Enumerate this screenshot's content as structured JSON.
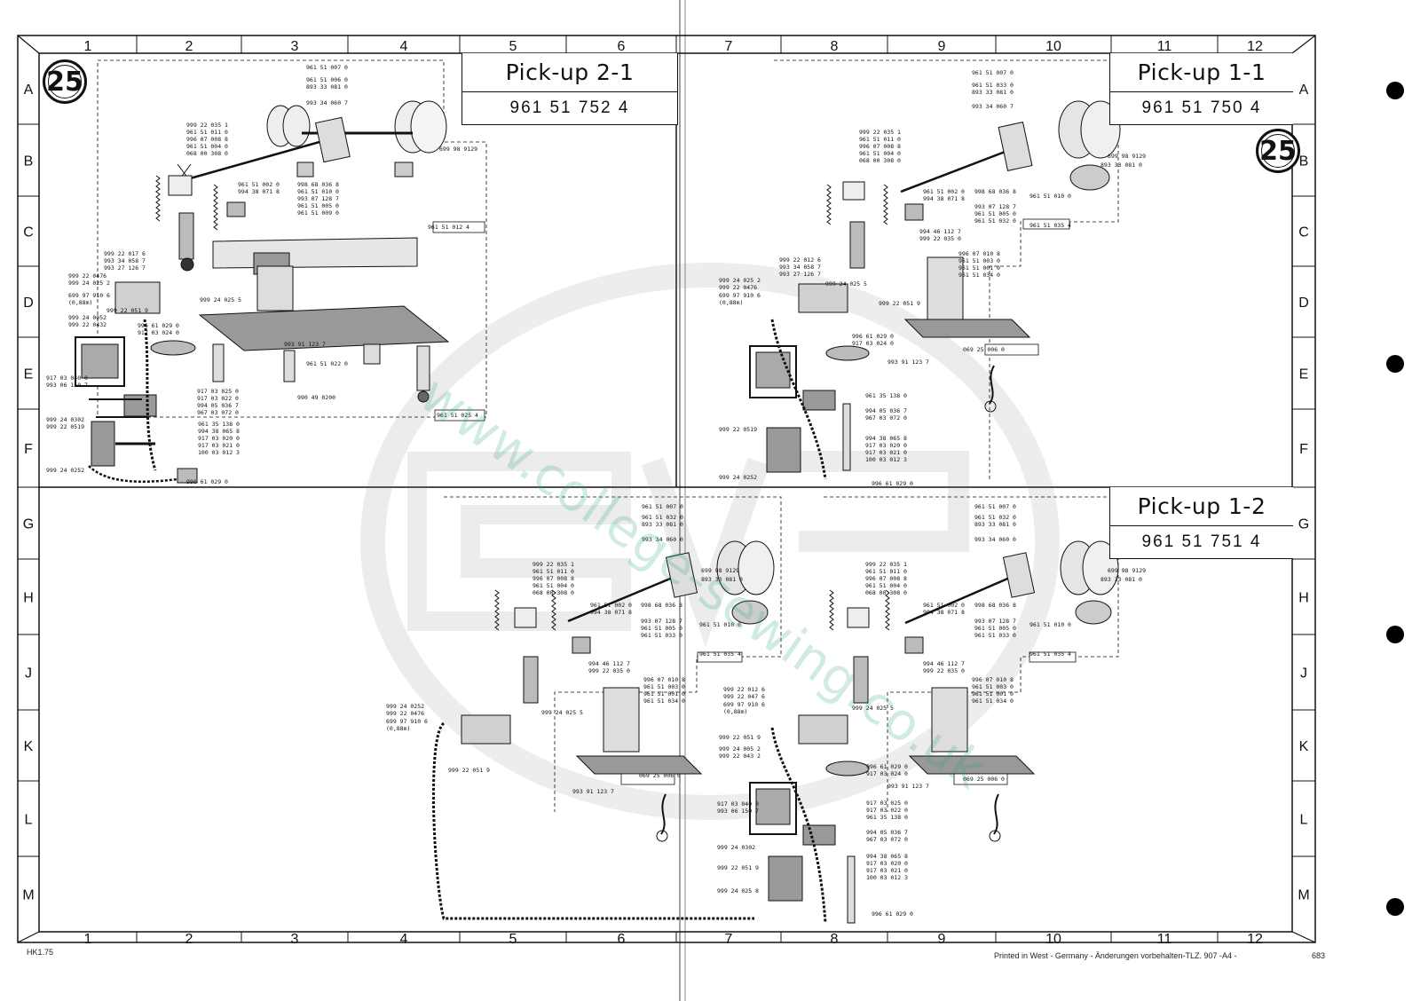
{
  "sheet": {
    "badge_number": "25",
    "column_labels": [
      "1",
      "2",
      "3",
      "4",
      "5",
      "6",
      "7",
      "8",
      "9",
      "10",
      "11",
      "12"
    ],
    "row_labels": [
      "A",
      "B",
      "C",
      "D",
      "E",
      "F",
      "G",
      "H",
      "J",
      "K",
      "L",
      "M"
    ],
    "watermark": "www.college-sewing.co.uk",
    "footer_left": "HK1.75",
    "footer_right": "Printed in West - Germany - Änderungen vorbehalten-TLZ. 907 -A4 -",
    "page_number": "683"
  },
  "panels": {
    "pickup_2_1": {
      "title": "Pick-up 2-1",
      "part_number": "961 51 752 4"
    },
    "pickup_1_1": {
      "title": "Pick-up 1-1",
      "part_number": "961 51 750 4"
    },
    "pickup_1_2": {
      "title": "Pick-up 1-2",
      "part_number": "961 51 751 4"
    }
  },
  "part_labels": {
    "p21": [
      "961 51 007 0",
      "961 51 006 0",
      "893 33 081 0",
      "993 34 060 7",
      "999 22 035 1",
      "961 51 011 0",
      "996 07 008 8",
      "961 51 004 0",
      "068 00 308 0",
      "699 98 9129",
      "961 51 002 0",
      "994 38 071 8",
      "998 68 036 8",
      "961 51 010 0",
      "993 07 128 7",
      "961 51 005 0",
      "961 51 009 0",
      "961 51 012 4",
      "999 22 017 6",
      "993 34 058 7",
      "993 27 126 7",
      "999 22 0476",
      "999 24 025 2",
      "699 97 910 6",
      "(0,88m)",
      "999 22 051 9",
      "999 24 0052",
      "999 22 0432",
      "996 61 029 0",
      "917 03 024 0",
      "999 24 025 5",
      "993 91 123 7",
      "961 51 022 0",
      "990 49 0200",
      "961 51 025 4",
      "917 03 040 0",
      "993 06 150 7",
      "917 03 025 0",
      "917 03 022 0",
      "994 05 036 7",
      "967 03 072 0",
      "999 24 0302",
      "999 22 0519",
      "961 35 138 0",
      "994 38 065 8",
      "917 03 020 0",
      "917 03 021 0",
      "100 03 012 3",
      "999 24 0252",
      "996 61 029 0"
    ],
    "p11": [
      "961 51 007 0",
      "961 51 033 0",
      "893 33 081 0",
      "993 34 060 7",
      "999 22 035 1",
      "961 51 011 0",
      "996 07 008 8",
      "961 51 004 0",
      "068 00 308 0",
      "699 98 9129",
      "893 33 081 0",
      "961 51 002 0",
      "994 38 071 8",
      "998 68 036 8",
      "993 07 128 7",
      "961 51 005 0",
      "961 51 032 0",
      "961 51 010 0",
      "961 51 035 4",
      "994 46 112 7",
      "999 22 035 0",
      "999 22 012 6",
      "993 34 058 7",
      "993 27 126 7",
      "996 07 010 8",
      "961 51 003 0",
      "961 51 001 0",
      "961 51 034 0",
      "999 24 025 2",
      "999 22 0476",
      "699 97 910 6",
      "(0,88m)",
      "999 24 025 5",
      "999 22 051 9",
      "069 25 006 0",
      "993 91 123 7",
      "996 61 029 0",
      "917 03 024 0",
      "961 35 138 0",
      "994 05 036 7",
      "967 03 072 0",
      "999 22 0519",
      "994 38 065 8",
      "917 03 020 0",
      "917 03 021 0",
      "100 03 012 3",
      "999 24 0252",
      "996 61 029 0"
    ],
    "p12": [
      "961 51 007 0",
      "961 51 032 0",
      "893 33 081 0",
      "993 34 060 0",
      "999 22 035 1",
      "961 51 011 0",
      "996 07 008 8",
      "961 51 004 0",
      "068 00 308 0",
      "699 98 9129",
      "893 33 081 0",
      "961 51 002 0",
      "994 38 071 8",
      "998 68 036 8",
      "993 07 128 7",
      "961 51 005 0",
      "961 51 033 0",
      "961 51 010 0",
      "961 51 035 4",
      "994 46 112 7",
      "999 22 035 0",
      "996 07 010 8",
      "961 51 003 0",
      "961 51 001 0",
      "961 51 034 0",
      "999 24 0252",
      "999 22 0476",
      "699 97 910 6",
      "(0,88m)",
      "999 22 051 9",
      "999 24 025 5",
      "069 25 006 0",
      "993 91 123 7"
    ],
    "p12b": [
      "961 51 007 0",
      "961 51 032 0",
      "893 33 081 0",
      "993 34 060 0",
      "999 22 035 1",
      "961 51 011 0",
      "996 07 008 8",
      "961 51 004 0",
      "068 00 308 0",
      "699 98 9129",
      "893 33 081 0",
      "961 51 002 0",
      "994 38 071 8",
      "998 68 036 8",
      "993 07 128 7",
      "961 51 005 0",
      "961 51 033 0",
      "961 51 010 0",
      "961 51 035 4",
      "994 46 112 7",
      "999 22 035 0",
      "999 22 012 6",
      "999 22 047 6",
      "699 97 910 6",
      "(0,88m)",
      "999 22 051 9",
      "999 24 005 2",
      "999 22 043 2",
      "996 61 029 0",
      "917 03 024 0",
      "917 03 040 0",
      "993 06 150 7",
      "917 03 025 0",
      "917 03 022 0",
      "961 35 138 0",
      "994 05 036 7",
      "967 03 072 0",
      "999 24 0302",
      "994 38 065 8",
      "917 03 020 0",
      "917 03 021 0",
      "100 03 012 3",
      "999 22 051 9",
      "999 24 025 8",
      "996 61 029 0",
      "069 25 006 0",
      "993 91 123 7",
      "996 07 010 8",
      "961 51 003 0",
      "961 51 001 0",
      "961 51 034 0",
      "999 24 025 5"
    ]
  }
}
